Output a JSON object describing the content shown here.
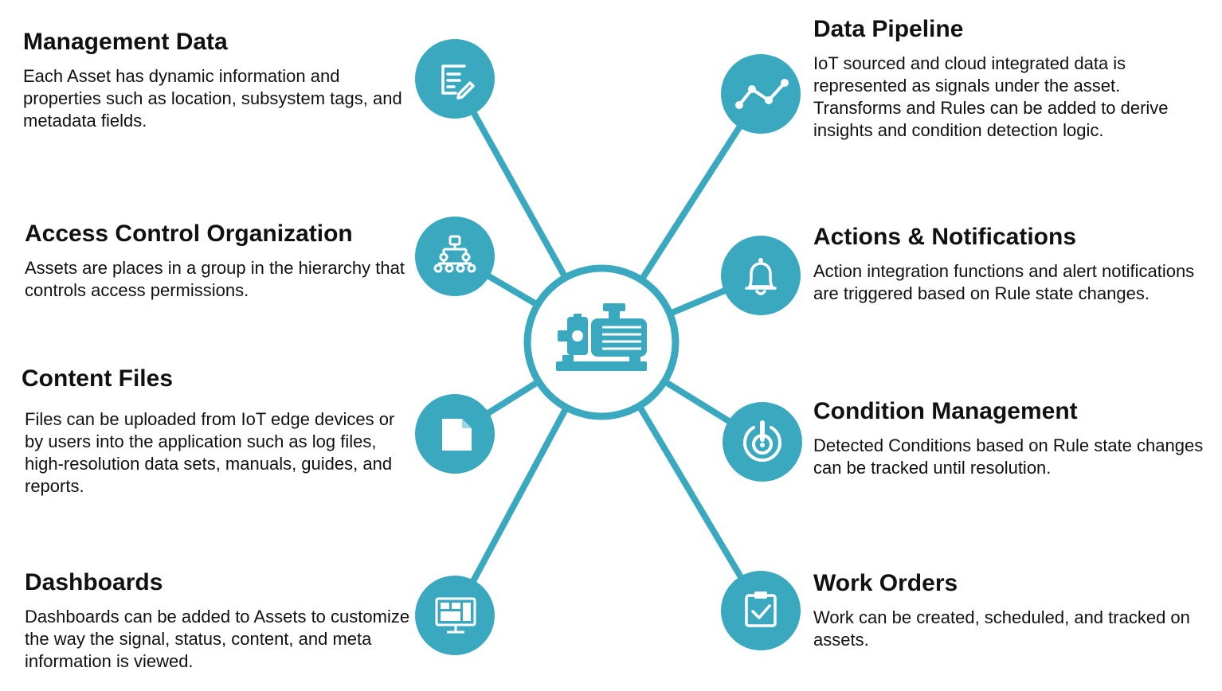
{
  "colors": {
    "accent": "#3aa9c0",
    "text": "#111111",
    "background": "#ffffff"
  },
  "center": {
    "icon": "pump-motor-icon"
  },
  "left_items": [
    {
      "title": "Management Data",
      "description": "Each Asset has dynamic information and properties such as location, subsystem tags, and metadata fields.",
      "icon": "document-edit-icon"
    },
    {
      "title": "Access Control Organization",
      "description": "Assets are places in a group in the hierarchy that controls access permissions.",
      "icon": "hierarchy-icon"
    },
    {
      "title": "Content Files",
      "description": "Files can be uploaded from IoT edge devices or by users into the application such as log files, high-resolution data sets, manuals, guides, and reports.",
      "icon": "file-icon"
    },
    {
      "title": "Dashboards",
      "description": "Dashboards can be added to Assets to customize the way the signal, status, content, and meta information is viewed.",
      "icon": "dashboard-monitor-icon"
    }
  ],
  "right_items": [
    {
      "title": "Data Pipeline",
      "description": "IoT sourced and cloud integrated data is represented as signals under the asset. Transforms and Rules can be added to derive insights and condition detection logic.",
      "icon": "line-chart-icon"
    },
    {
      "title": "Actions & Notifications",
      "description": "Action integration functions and alert notifications are triggered based on Rule state changes.",
      "icon": "bell-icon"
    },
    {
      "title": "Condition Management",
      "description": "Detected Conditions based on Rule state changes can be tracked until resolution.",
      "icon": "alert-target-icon"
    },
    {
      "title": "Work Orders",
      "description": "Work can be created, scheduled, and tracked on assets.",
      "icon": "clipboard-check-icon"
    }
  ]
}
